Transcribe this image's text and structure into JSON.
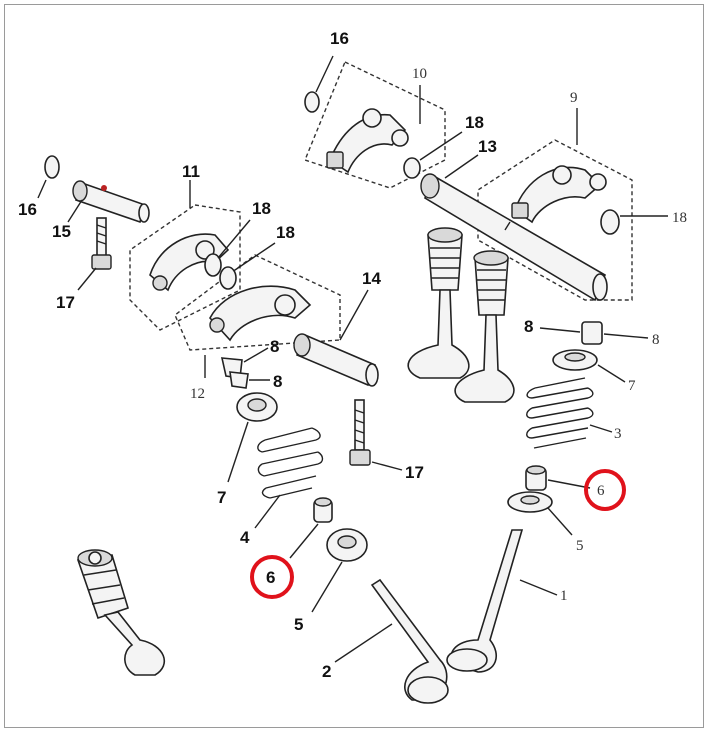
{
  "diagram": {
    "labels": {
      "l16a": "16",
      "l16b": "16",
      "l15": "15",
      "l17a": "17",
      "l17b": "17",
      "l11": "11",
      "l12": "12",
      "l18a": "18",
      "l18b": "18",
      "l18c": "18",
      "l18d": "18",
      "l10": "10",
      "l9": "9",
      "l13": "13",
      "l14": "14",
      "l8a": "8",
      "l8b": "8",
      "l8c": "8",
      "l8d": "8",
      "l7a": "7",
      "l7b": "7",
      "l4": "4",
      "l3": "3",
      "l6a": "6",
      "l6b": "6",
      "l5a": "5",
      "l5b": "5",
      "l2": "2",
      "l1": "1"
    },
    "highlight_color": "#e0121b"
  }
}
